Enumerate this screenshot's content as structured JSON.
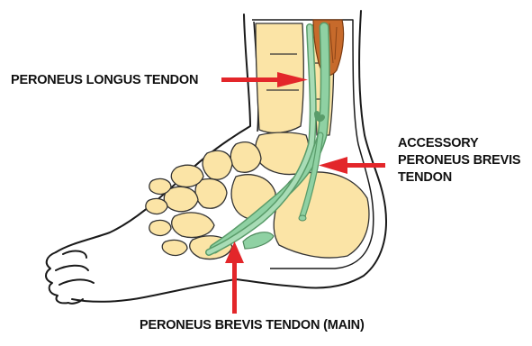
{
  "labels": {
    "peroneus_longus": "PERONEUS LONGUS TENDON",
    "accessory": {
      "line1": "ACCESSORY",
      "line2": "PERONEUS BREVIS",
      "line3": "TENDON"
    },
    "peroneus_brevis_main": "PERONEUS BREVIS TENDON (MAIN)"
  },
  "colors": {
    "bone": "#fbe4a6",
    "tendon": "#8fd1a3",
    "muscle": "#c76a2b",
    "arrow": "#e3262a",
    "outline": "#1a1a1a"
  }
}
